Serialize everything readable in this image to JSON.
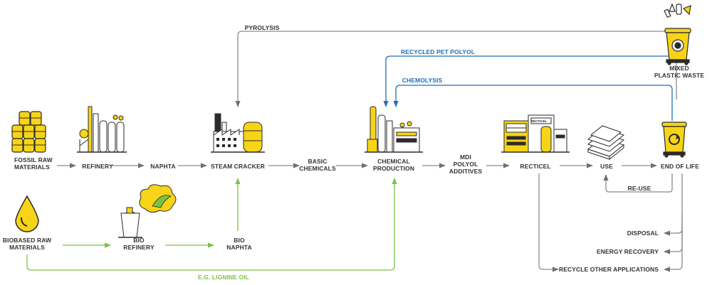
{
  "colors": {
    "yellow": "#f7d417",
    "dark": "#2b2b2b",
    "grey_arrow": "#8a8a8a",
    "blue": "#1f6fb5",
    "green": "#7cc242"
  },
  "nodes": {
    "fossil": "FOSSIL RAW\nMATERIALS",
    "refinery": "REFINERY",
    "naphta": "NAPHTA",
    "steam_cracker": "STEAM CRACKER",
    "basic_chemicals": "BASIC\nCHEMICALS",
    "chemical_production": "CHEMICAL\nPRODUCTION",
    "mdi": "MDI\nPOLYOL\nADDITIVES",
    "recticel": "RECTICEL",
    "use": "USE",
    "end_of_life": "END OF LIFE",
    "mixed_waste": "MIXED\nPLASTIC WASTE",
    "biobased": "BIOBASED  RAW\nMATERIALS",
    "bio_refinery": "BIO\nREFINERY",
    "bio_naphta": "BIO\nNAPHTA"
  },
  "flows": {
    "pyrolysis": "PYROLYSIS",
    "recycled_pet": "RECYCLED PET POLYOL",
    "chemolysis": "CHEMOLYSIS",
    "reuse": "RE-USE",
    "disposal": "DISPOSAL",
    "energy_recovery": "ENERGY RECOVERY",
    "recycle_other": "RECYCLE OTHER APPLICATIONS",
    "lignine": "E.G. LIGNINE OIL"
  },
  "icons": {
    "fossil": "oil-barrels-icon",
    "refinery": "refinery-icon",
    "steam_cracker": "steam-cracker-factory-icon",
    "chemical_production": "chemical-plant-icon",
    "recticel": "recticel-factory-icon",
    "use": "foam-sheets-icon",
    "end_of_life": "recycle-bin-icon",
    "mixed_waste": "overflowing-recycle-bin-icon",
    "biobased": "oil-drop-icon",
    "bio_refinery": "bio-refinery-icon"
  },
  "recticel_sign": "RECTICEL"
}
